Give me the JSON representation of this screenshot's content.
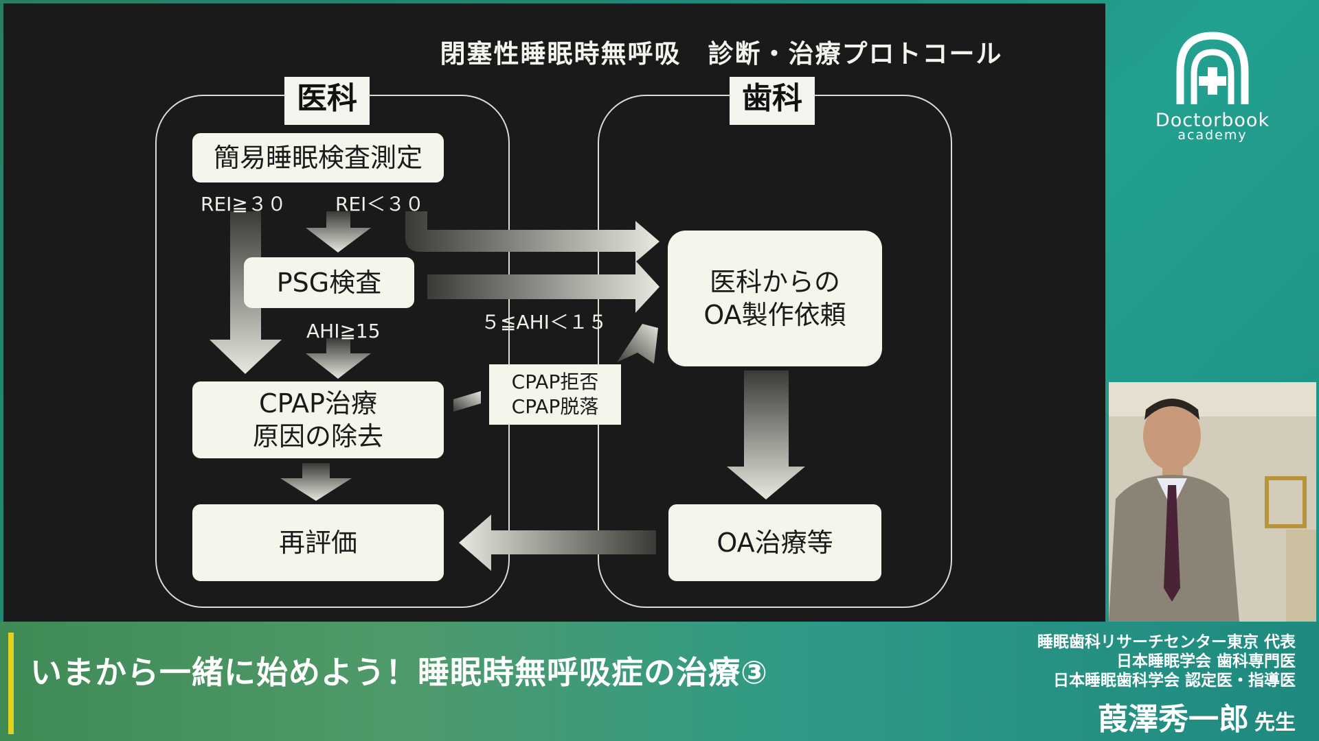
{
  "slide": {
    "title": "閉塞性睡眠時無呼吸　診断・治療プロトコール",
    "panel_medical_label": "医科",
    "panel_dental_label": "歯科",
    "boxes": {
      "simple_test": "簡易睡眠検査測定",
      "psg": "PSG検査",
      "cpap_line1": "CPAP治療",
      "cpap_line2": "原因の除去",
      "reeval": "再評価",
      "oa_request_line1": "医科からの",
      "oa_request_line2": "OA製作依頼",
      "oa_treatment": "OA治療等",
      "cpap_reject_line1": "CPAP拒否",
      "cpap_reject_line2": "CPAP脱落"
    },
    "conditions": {
      "rei_high": "REI≧３０",
      "rei_low": "REI＜３０",
      "ahi_high": "AHI≧15",
      "ahi_mid": "５≦AHI＜１５"
    }
  },
  "brand": {
    "name": "Doctorbook",
    "sub": "academy"
  },
  "lower_bar": {
    "course_title": "いまから一緒に始めよう！睡眠時無呼吸症の治療③",
    "credit_1": "睡眠歯科リサーチセンター東京 代表",
    "credit_2": "日本睡眠学会 歯科専門医",
    "credit_3": "日本睡眠歯科学会 認定医・指導医",
    "presenter_name": "葭澤秀一郎",
    "honorific": "先生"
  },
  "colors": {
    "slide_bg": "#1a1a1a",
    "box_fill": "#f6f5ec",
    "accent_yellow": "#e6d21c",
    "brand_teal": "#1f8a7a"
  }
}
